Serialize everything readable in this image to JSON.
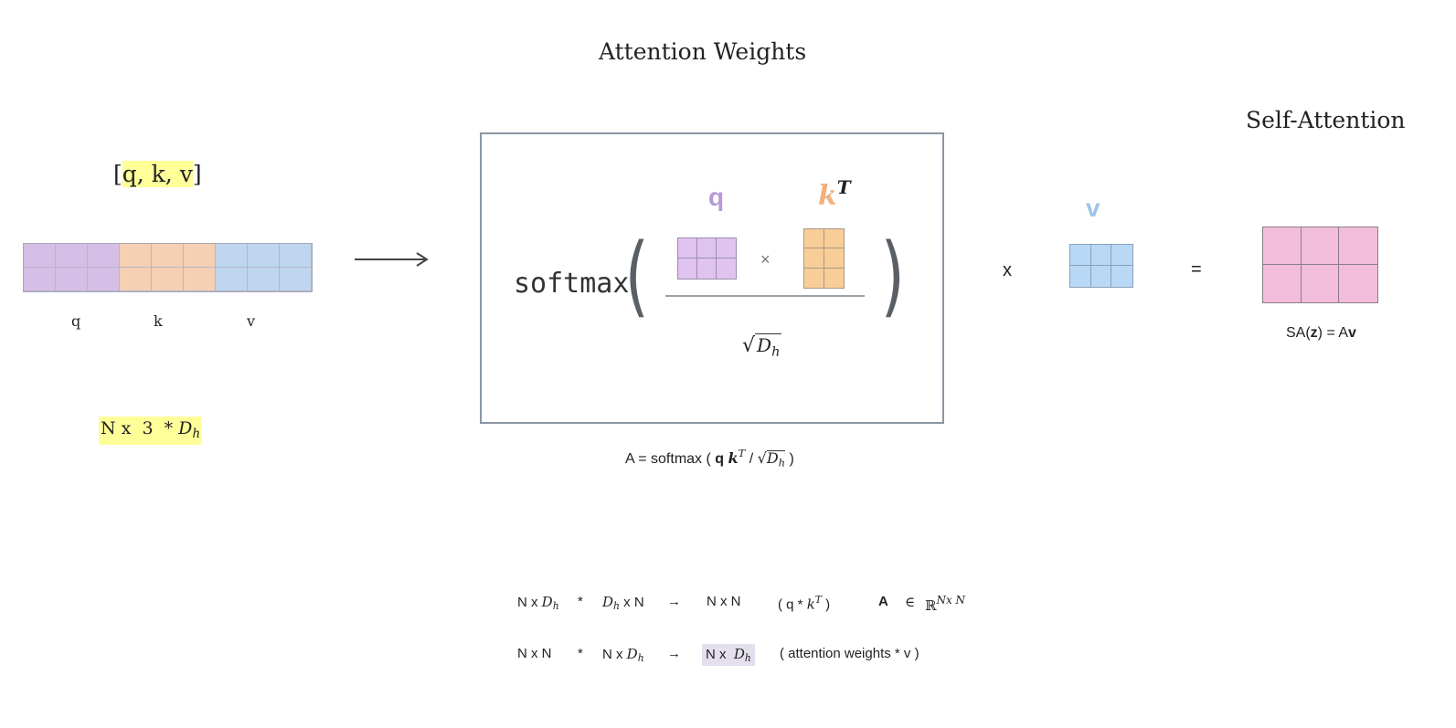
{
  "title": "Attention Weights",
  "self_attention_title": "Self-Attention",
  "qkv_label": "q, k, v",
  "qkv_brackets": {
    "open": "[",
    "close": "]"
  },
  "qkv_col_labels": {
    "q": "q",
    "k": "k",
    "v": "v"
  },
  "qkv_shape": {
    "prefix": "N x  3  * ",
    "dh": "D",
    "sub": "h"
  },
  "softmax": {
    "word": "softmax",
    "q_label": "q",
    "k_label": "k",
    "k_sup": "T",
    "times": "×",
    "sqrt_d": "D",
    "sqrt_sub": "h",
    "formula": {
      "a": "A = softmax ( ",
      "q": "q ",
      "k": "k",
      "kt": "T",
      "slash": " / ",
      "d": "D",
      "dsub": "h",
      "close": " )"
    }
  },
  "v_label": "v",
  "x_op": "x",
  "eq_op": "=",
  "sa_formula": {
    "sa": "SA(",
    "z": "z",
    "mid": ") = A",
    "v": "v"
  },
  "eq1": {
    "lhs1": "N x ",
    "lhs1_d": "D",
    "lhs1_sub": "h",
    "op": "*",
    "lhs2_d": "D",
    "lhs2_sub": "h",
    "lhs2_rest": " x N",
    "arrow": "→",
    "res": "N x N",
    "note_open": "( q * ",
    "note_k": "k",
    "note_sup": "T",
    "note_close": " )",
    "A": "A",
    "in": "∈",
    "R": "ℝ",
    "R_sup": "Nx N"
  },
  "eq2": {
    "lhs1": "N x N",
    "op": "*",
    "lhs2": "N x ",
    "lhs2_d": "D",
    "lhs2_sub": "h",
    "arrow": "→",
    "res": "N x  ",
    "res_d": "D",
    "res_sub": "h",
    "note": "( attention weights * v )"
  },
  "colors": {
    "q": "#d5bfe6",
    "k": "#f6d0b3",
    "v": "#bed6ee",
    "q_label": "#b49ad6",
    "k_label": "#f2b07a",
    "v_label": "#9fc4ea",
    "k_matrix": "#f9cd97",
    "v_matrix": "#b9d8f6",
    "q_matrix": "#e0c3ef",
    "sa_matrix": "#f2bddb",
    "highlight": "#ffff99",
    "result_highlight": "#e4dfec"
  }
}
